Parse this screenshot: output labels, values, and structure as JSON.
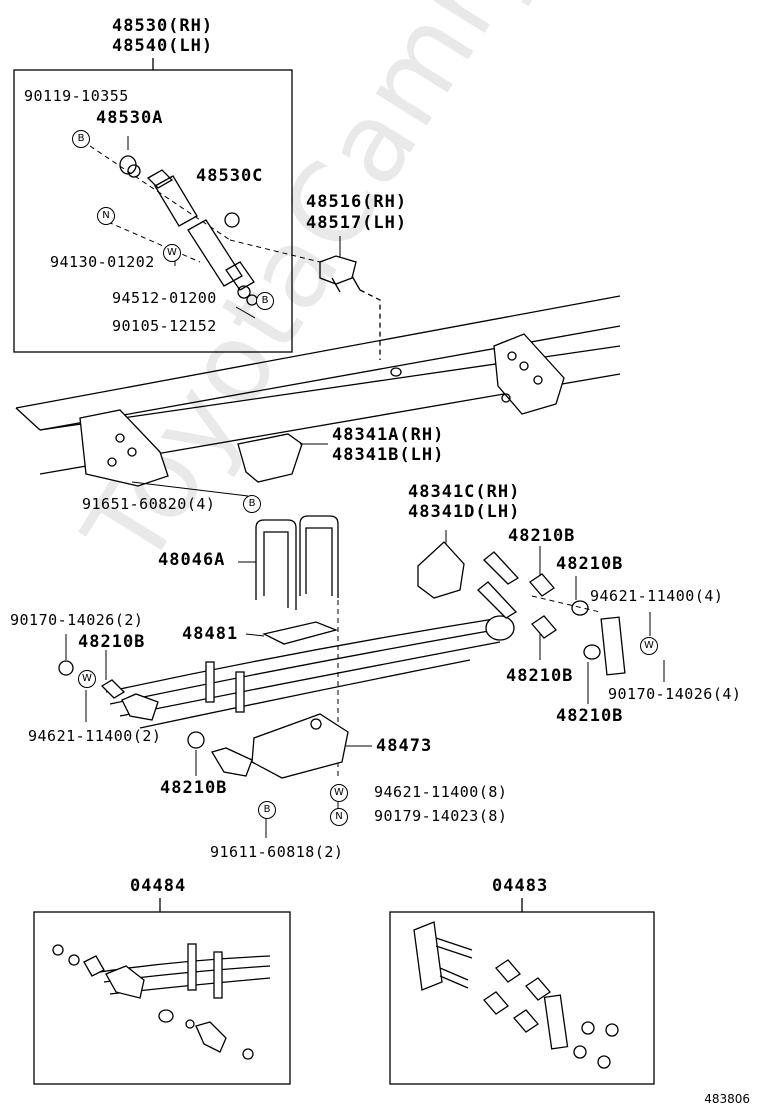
{
  "watermark": "ToyotaCamry.ru",
  "diagram_code": "483806",
  "labels": {
    "p48530": "48530(RH)",
    "p48540": "48540(LH)",
    "p90119": "90119-10355",
    "p48530A": "48530A",
    "p48530C": "48530C",
    "p94130": "94130-01202",
    "p94512": "94512-01200",
    "p90105": "90105-12152",
    "p48516": "48516(RH)",
    "p48517": "48517(LH)",
    "p48341A": "48341A(RH)",
    "p48341B": "48341B(LH)",
    "p91651": "91651-60820(4)",
    "p48341C": "48341C(RH)",
    "p48341D": "48341D(LH)",
    "p48210B_1": "48210B",
    "p48210B_2": "48210B",
    "p48046A": "48046A",
    "p94621_r": "94621-11400(4)",
    "p90170_l": "90170-14026(2)",
    "p48210B_3": "48210B",
    "p48481": "48481",
    "p48210B_4": "48210B",
    "p90170_r": "90170-14026(4)",
    "p48210B_5": "48210B",
    "p94621_l": "94621-11400(2)",
    "p48473": "48473",
    "p48210B_6": "48210B",
    "p94621_8": "94621-11400(8)",
    "p90179": "90179-14023(8)",
    "p91611": "91611-60818(2)",
    "p04484": "04484",
    "p04483": "04483"
  },
  "markers": {
    "b": "B",
    "n": "N",
    "w": "W"
  }
}
